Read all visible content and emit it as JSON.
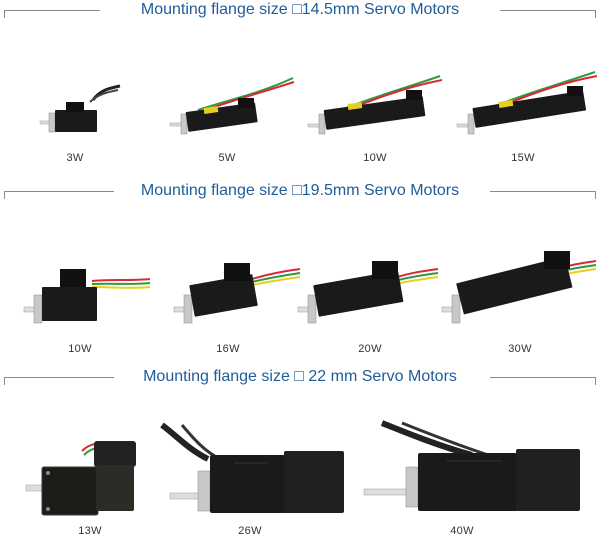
{
  "sections": [
    {
      "title": "Mounting flange size □14.5mm Servo Motors",
      "motors": [
        {
          "label": "3W",
          "icon": "servo-motor-small-icon"
        },
        {
          "label": "5W",
          "icon": "servo-motor-small-icon"
        },
        {
          "label": "10W",
          "icon": "servo-motor-small-icon"
        },
        {
          "label": "15W",
          "icon": "servo-motor-small-icon"
        }
      ]
    },
    {
      "title": "Mounting flange size □19.5mm Servo Motors",
      "motors": [
        {
          "label": "10W",
          "icon": "servo-motor-medium-icon"
        },
        {
          "label": "16W",
          "icon": "servo-motor-medium-icon"
        },
        {
          "label": "20W",
          "icon": "servo-motor-medium-icon"
        },
        {
          "label": "30W",
          "icon": "servo-motor-medium-icon"
        }
      ]
    },
    {
      "title": "Mounting flange size □ 22 mm Servo Motors",
      "motors": [
        {
          "label": "13W",
          "icon": "servo-motor-large-icon"
        },
        {
          "label": "26W",
          "icon": "servo-motor-large-icon"
        },
        {
          "label": "40W",
          "icon": "servo-motor-large-icon"
        }
      ]
    }
  ],
  "colors": {
    "title": "#1f5c99",
    "rule": "#8a8a8a",
    "motor_body": "#1a1a1a",
    "flange": "#c8c8c8",
    "shaft": "#e0e0e0",
    "wire_red": "#d8283a",
    "wire_green": "#2f9a3c",
    "wire_yellow": "#e6cf1f"
  }
}
